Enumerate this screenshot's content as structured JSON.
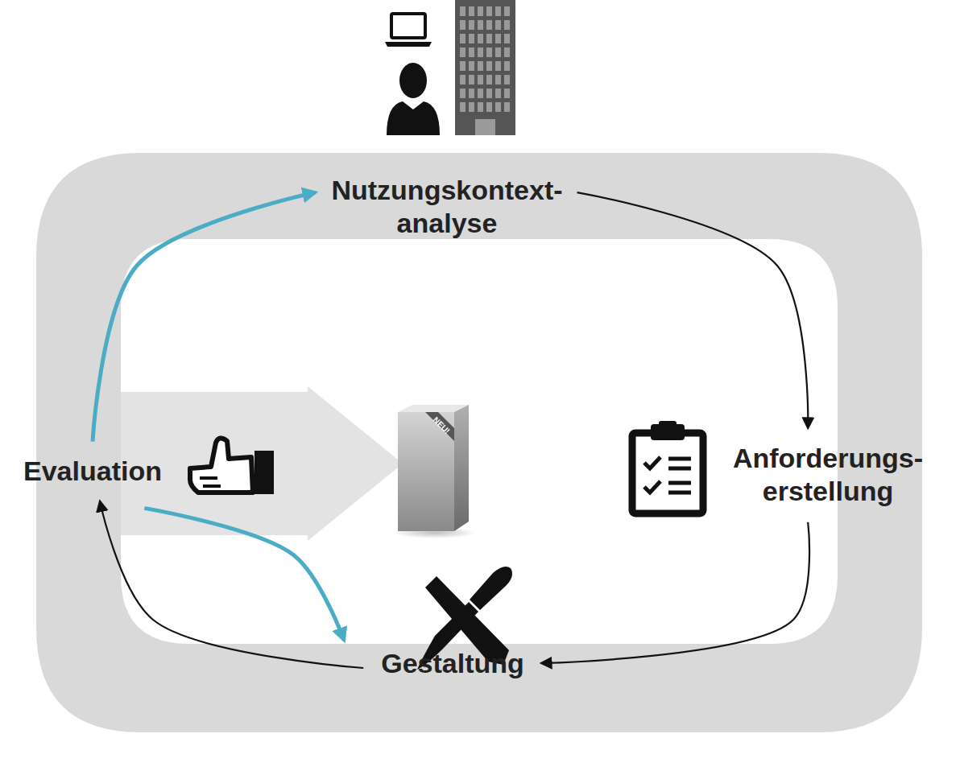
{
  "diagram": {
    "nodes": [
      {
        "text": [
          "Nutzungskontext- analyse"
        ]
      },
      {
        "text": [
          "Anforderungs- erstellung"
        ]
      },
      {
        "text": [
          "Gestaltung"
        ]
      },
      {
        "text": [
          "Evaluation"
        ]
      }
    ],
    "edges": [
      {
        "from": 0,
        "to": 1,
        "arrow": "to"
      },
      {
        "from": 1,
        "to": 2,
        "arrow": "to"
      },
      {
        "from": 2,
        "to": 3,
        "arrow": "to"
      },
      {
        "from": 3,
        "to": 0,
        "arrow": "to"
      },
      {
        "from": 3,
        "to": 2,
        "arrow": "to"
      }
    ],
    "labels": [
      "NEU!"
    ]
  }
}
